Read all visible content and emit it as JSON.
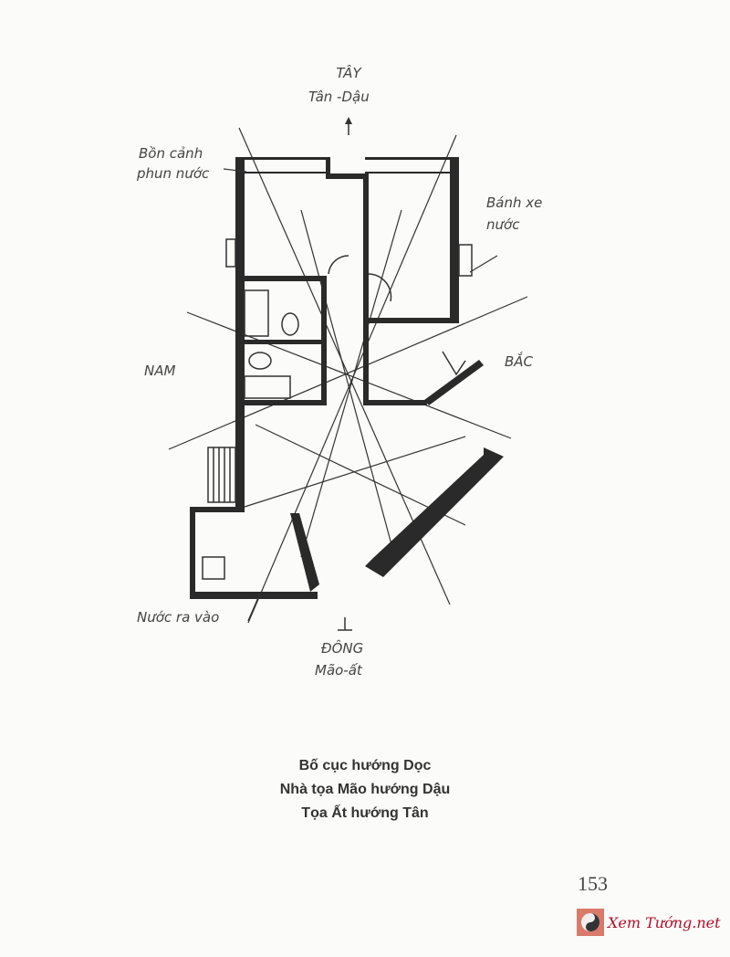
{
  "directions": {
    "top": {
      "name": "TÂY",
      "sub": "Tân -Dậu"
    },
    "bottom": {
      "name": "ĐÔNG",
      "sub": "Mão-ất"
    },
    "left": "NAM",
    "right": "BẮC"
  },
  "annotations": {
    "fountain_1": "Bồn cảnh",
    "fountain_2": "phun nước",
    "waterwheel_1": "Bánh xe",
    "waterwheel_2": "nước",
    "water_in_out": "Nước ra vào"
  },
  "caption": [
    "Bố cục hướng Dọc",
    "Nhà tọa Mão hướng Dậu",
    "Tọa Ất hướng Tân"
  ],
  "page_number": "153",
  "watermark": "Xem Tướng.net"
}
